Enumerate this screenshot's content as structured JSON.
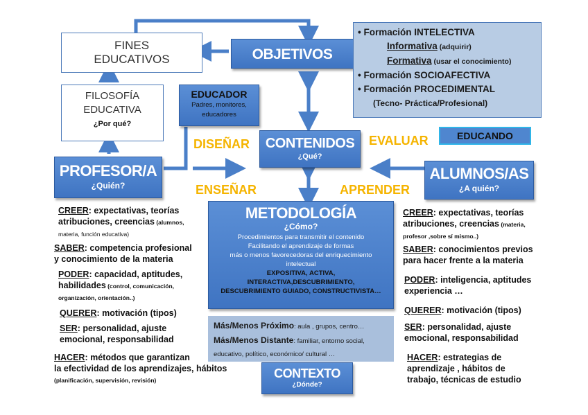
{
  "fines": [
    "FINES",
    "EDUCATIVOS"
  ],
  "objetivos": "OBJETIVOS",
  "formacion": {
    "l1": "• Formación INTELECTIVA",
    "l2a": "Informativa",
    "l2b": " (adquirir)",
    "l3a": "Formativa",
    "l3b": " (usar el conocimiento)",
    "l4": "• Formación  SOCIOAFECTIVA",
    "l5": "•  Formación PROCEDIMENTAL",
    "l6": "(Tecno- Práctica/Profesional)"
  },
  "filosofia": [
    "FILOSOFÍA",
    "EDUCATIVA",
    "¿Por qué?"
  ],
  "educador": {
    "title": "EDUCADOR",
    "l1": "Padres, monitores,",
    "l2": "educadores"
  },
  "contenidos": {
    "title": "CONTENIDOS",
    "sub": "¿Qué?"
  },
  "educando": "EDUCANDO",
  "labels": {
    "disenar": "DISEÑAR",
    "evaluar": "EVALUAR",
    "ensenar": "ENSEÑAR",
    "aprender": "APRENDER"
  },
  "profesor": {
    "title": "PROFESOR/A",
    "sub": "¿Quién?"
  },
  "alumnos": {
    "title": "ALUMNOS/AS",
    "sub": "¿A quién?"
  },
  "metodologia": {
    "title": "METODOLOGÍA",
    "sub": "¿Cómo?",
    "l1": "Procedimientos para transmitir el contenido",
    "l2": "Facilitando el aprendizaje de formas",
    "l3": "más o menos  favorecedoras del enriquecimiento",
    "l4": "intelectual",
    "l5": "EXPOSITIVA, ACTIVA,",
    "l6": "INTERACTIVA,DESCUBRIMIENTO,",
    "l7": "DESCUBRIMIENTO GUIADO, CONSTRUCTIVISTA…"
  },
  "contexto_box": {
    "l1a": "Más/Menos Próximo",
    "l1b": ": aula , grupos, centro…",
    "l2a": "Más/Menos Distante",
    "l2b": ": familiar, entorno social,",
    "l3": "educativo, político, económico/ cultural  …"
  },
  "contexto": {
    "title": "CONTEXTO",
    "sub": "¿Dónde?"
  },
  "left_list": {
    "creer_k": "CREER",
    "creer_v": ": expectativas, teorías",
    "creer_2": "atribuciones, creencias",
    "creer_2s": " (alumnos,",
    "creer_3": "materia, función educativa)",
    "saber_k": "SABER",
    "saber_v": ": competencia profesional",
    "saber_2": "y conocimiento de la materia",
    "poder_k": "PODER",
    "poder_v": ": capacidad, aptitudes,",
    "poder_2": "habilidades",
    "poder_2s": " (control, comunicación,",
    "poder_3": "organización, orientación..)",
    "querer_k": "QUERER",
    "querer_v": ": motivación (tipos)",
    "ser_k": "SER",
    "ser_v": ": personalidad, ajuste",
    "ser_2": "emocional, responsabilidad",
    "hacer_k": "HACER",
    "hacer_v": ": métodos que garantizan",
    "hacer_2": "la efectividad de los aprendizajes, hábitos",
    "hacer_3": "(planificación, supervisión, revisión)"
  },
  "right_list": {
    "creer_k": "CREER",
    "creer_v": ": expectativas, teorías",
    "creer_2": "atribuciones, creencias",
    "creer_2s": " (materia,",
    "creer_3": "profesor ,sobre sí mismo..)",
    "saber_k": "SABER",
    "saber_v": ": conocimientos previos",
    "saber_2": "para hacer frente a la materia",
    "poder_k": "PODER",
    "poder_v": ": inteligencia, aptitudes",
    "poder_2": "experiencia …",
    "querer_k": "QUERER",
    "querer_v": ":  motivación (tipos)",
    "ser_k": "SER",
    "ser_v": ": personalidad, ajuste",
    "ser_2": "emocional, responsabilidad",
    "hacer_k": "HACER",
    "hacer_v": ": estrategias de",
    "hacer_2": "aprendizaje , hábitos de",
    "hacer_3": "trabajo, técnicas de estudio"
  },
  "colors": {
    "box_blue": "#4a80cc",
    "label_orange": "#f5b400",
    "arrow_blue": "#4a7fc8",
    "context_bg": "#b8cce4"
  }
}
